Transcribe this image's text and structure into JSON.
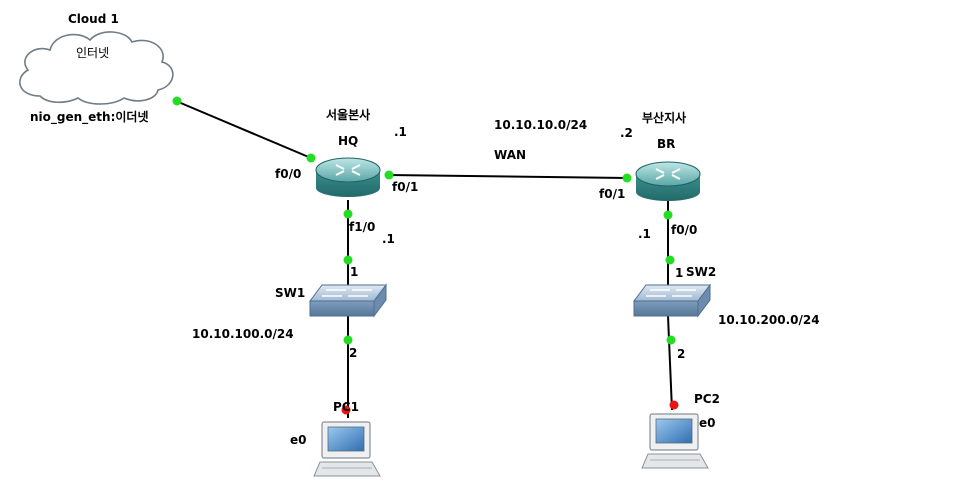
{
  "nodes": {
    "cloud": {
      "name": "Cloud 1",
      "inner_label": "인터넷",
      "port": "nio_gen_eth:이더넷"
    },
    "hq": {
      "name": "HQ",
      "location": "서울본사",
      "ports": {
        "f0_0": "f0/0",
        "f0_1": "f0/1",
        "f1_0": "f1/0"
      }
    },
    "br": {
      "name": "BR",
      "location": "부산지사",
      "ports": {
        "f0_1": "f0/1",
        "f0_0": "f0/0"
      }
    },
    "sw1": {
      "name": "SW1",
      "port_up": "1",
      "port_down": "2"
    },
    "sw2": {
      "name": "SW2",
      "port_up": "1",
      "port_down": "2"
    },
    "pc1": {
      "name": "PC1",
      "port": "e0"
    },
    "pc2": {
      "name": "PC2",
      "port": "e0"
    }
  },
  "networks": {
    "wan": {
      "subnet": "10.10.10.0/24",
      "name": "WAN",
      "hq_host": ".1",
      "br_host": ".2"
    },
    "lan_hq": {
      "subnet": "10.10.100.0/24",
      "gateway_host": ".1"
    },
    "lan_br": {
      "subnet": "10.10.200.0/24",
      "gateway_host": ".1"
    }
  },
  "colors": {
    "link_up": "#22dd22",
    "link_down": "#ee1111",
    "router": "#2e8b8b",
    "switch": "#6f8fb0"
  }
}
